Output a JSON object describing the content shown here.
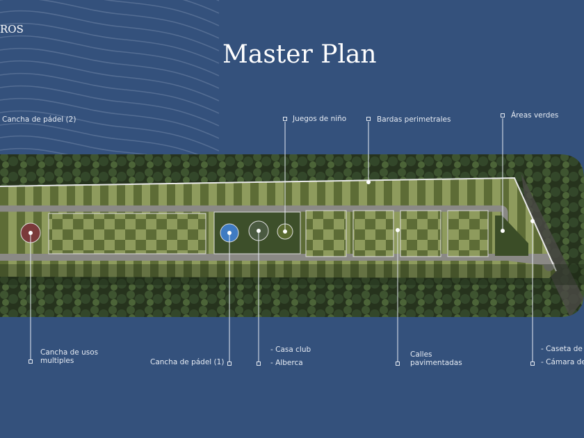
{
  "logo": {
    "text": "ROS"
  },
  "header": {
    "title": "Master Plan"
  },
  "callouts": {
    "padel2": "Cancha de pádel (2)",
    "juegos": "Juegos de niño",
    "bardas": "Bardas perimetrales",
    "areas": "Áreas verdes",
    "usos": [
      "Cancha de usos",
      "multiples"
    ],
    "padel1": "Cancha de pádel (1)",
    "casa": "- Casa club",
    "alberca": "- Alberca",
    "calles": [
      "Calles",
      "pavimentadas"
    ],
    "caseta": "- Caseta de v",
    "camara": "- Cámara de"
  },
  "colors": {
    "background": "#34517c",
    "forest": "#2b3a22",
    "lawn_light": "#8d9a5c",
    "lawn_dark": "#5b6a35",
    "road": "#7d7c78"
  }
}
